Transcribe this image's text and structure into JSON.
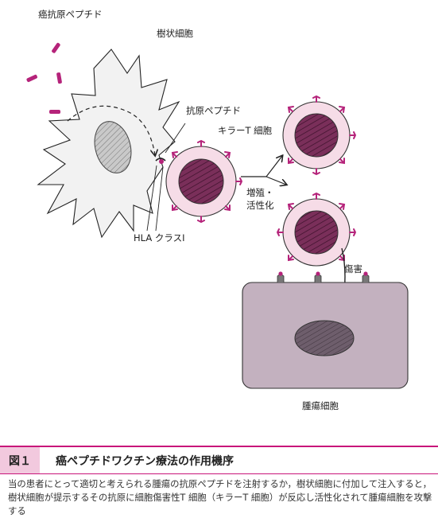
{
  "figure": {
    "labels": {
      "cancer_peptide": "癌抗原ペプチド",
      "dendritic_cell": "樹状細胞",
      "antigen_peptide": "抗原ペプチド",
      "killer_t_cell": "キラーT 細胞",
      "proliferation_1": "増殖・",
      "proliferation_2": "活性化",
      "hla_class": "HLA クラスⅠ",
      "damage": "傷害",
      "tumor_cell": "腫瘍細胞"
    },
    "colors": {
      "magenta": "#b5237a",
      "membrane_fill": "#f6dce7",
      "nucleus_fill": "#7a2f5a",
      "tumor_fill": "#c3b1bf",
      "tumor_nucleus": "#6e5e6c",
      "dendritic_fill": "#f2f2f2"
    }
  },
  "caption": {
    "tag": "図１",
    "title": "癌ペプチドワクチン療法の作用機序",
    "description": "当の患者にとって適切と考えられる腫瘍の抗原ペプチドを注射するか，樹状細胞に付加して注入すると，樹状細胞が提示するその抗原に細胞傷害性T 細胞（キラーT 細胞）が反応し活性化されて腫瘍細胞を攻撃する"
  }
}
